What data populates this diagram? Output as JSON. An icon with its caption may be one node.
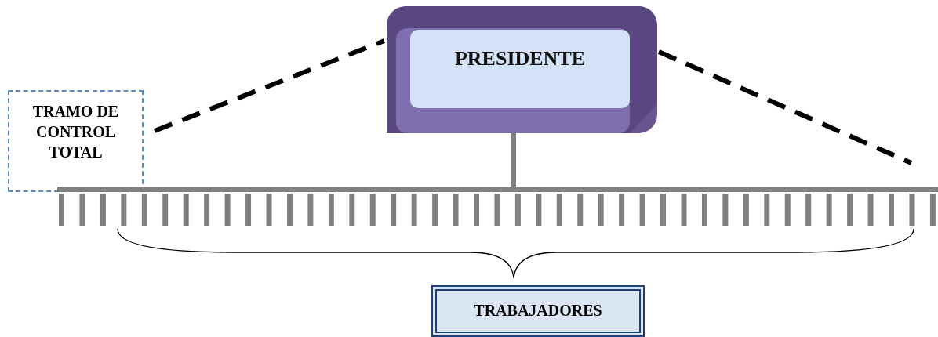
{
  "diagram": {
    "nodes": [
      {
        "text": [
          "PRESIDENTE"
        ]
      },
      {
        "text": [
          "TRAMO DE CONTROL TOTAL"
        ]
      },
      {
        "text": [],
        "shape": "bar"
      },
      {
        "text": [
          "TRABAJADORES"
        ]
      }
    ],
    "edges": [
      {
        "from": 1,
        "to": 0,
        "arrow": "none",
        "style": "dashed"
      },
      {
        "from": 0,
        "to": null,
        "arrow": "none",
        "style": "dashed"
      },
      {
        "from": 0,
        "to": 2,
        "arrow": "none",
        "color": "#808080"
      }
    ]
  }
}
